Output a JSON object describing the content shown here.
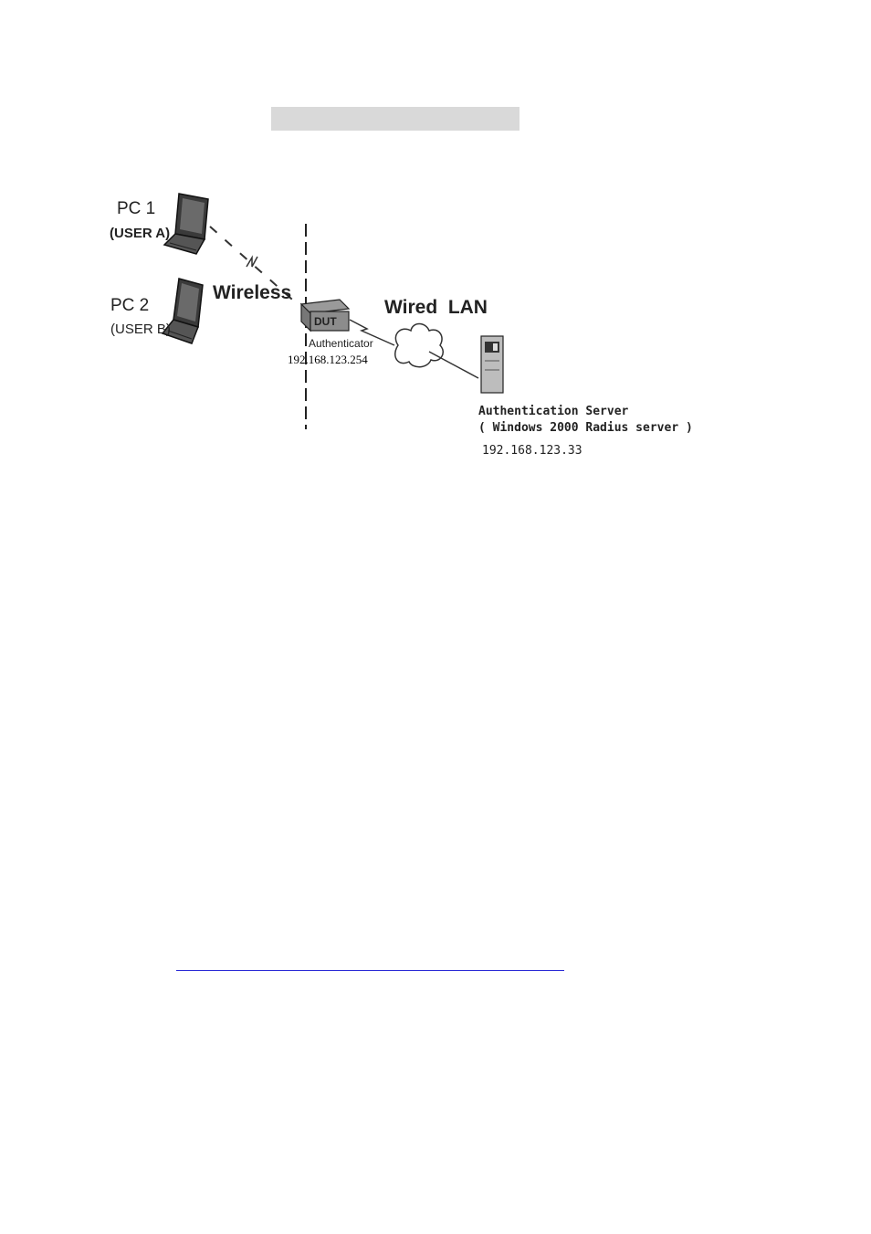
{
  "diagram": {
    "pc1": {
      "name": "PC 1",
      "user": "(USER A)"
    },
    "pc2": {
      "name": "PC 2",
      "user": "(USER B)"
    },
    "wireless_label": "Wireless",
    "wired_lan_label": "Wired  LAN",
    "authenticator": {
      "box_label": "DUT",
      "role": "Authenticator",
      "ip": "192.168.123.254"
    },
    "server": {
      "role": "Authentication Server",
      "detail": "( Windows 2000 Radius server )",
      "ip": "192.168.123.33"
    }
  }
}
